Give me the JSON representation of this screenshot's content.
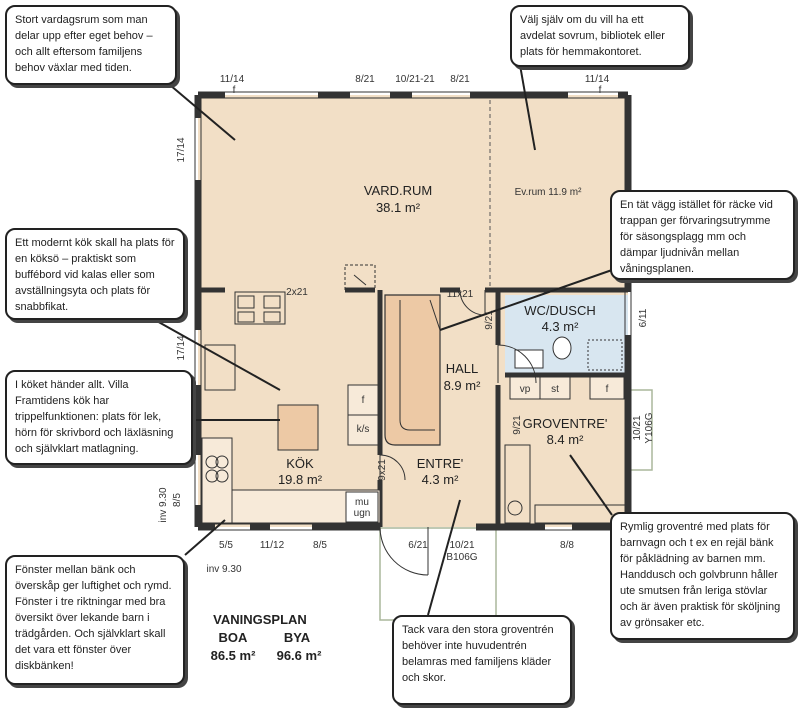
{
  "rooms": {
    "vardrum": {
      "name": "VARD.RUM",
      "area": "38.1 m²"
    },
    "evrum": {
      "label": "Ev.rum 11.9 m²"
    },
    "wc": {
      "name": "WC/DUSCH",
      "area": "4.3 m²"
    },
    "hall": {
      "name": "HALL",
      "area": "8.9 m²"
    },
    "groventre": {
      "name": "GROVENTRE'",
      "area": "8.4 m²"
    },
    "kok": {
      "name": "KÖK",
      "area": "19.8 m²"
    },
    "entre": {
      "name": "ENTRE'",
      "area": "4.3 m²"
    }
  },
  "fixtures": {
    "f1": "f",
    "ks": "k/s",
    "mu": "mu",
    "ugn": "ugn",
    "vp": "vp",
    "st": "st",
    "f2": "f"
  },
  "dimensions": {
    "d_11_14_top": "11/14",
    "d_8_21_a": "8/21",
    "d_10_21_21": "10/21-21",
    "d_8_21_b": "8/21",
    "d_11_14_top_r": "11/14",
    "d_17_14_a": "17/14",
    "d_17_14_b": "17/14",
    "d_2x21": "2x21",
    "d_11x21": "11x21",
    "d_9_21_a": "9/21",
    "d_6_11": "6/11",
    "d_9_21_b": "9/21",
    "d_10_21_r": "10/21",
    "d_y106g_r": "Y106G",
    "d_9x21": "9x21",
    "d_inv930_l": "inv 9.30",
    "d_8_5_l": "8/5",
    "d_5_5": "5/5",
    "d_11_12": "11/12",
    "d_8_5_b": "8/5",
    "d_inv930_b": "inv 9.30",
    "d_6_21": "6/21",
    "d_10_21_b": "10/21",
    "d_b106g": "B106G",
    "d_8_8": "8/8"
  },
  "markers": {
    "f": "f"
  },
  "plan_title": {
    "name": "VANINGSPLAN",
    "boa_label": "BOA",
    "bya_label": "BYA",
    "boa_value": "86.5 m²",
    "bya_value": "96.6 m²"
  },
  "callouts": {
    "vardrum": "Stort vardagsrum som man delar upp efter eget behov – och allt eftersom familjens behov växlar med tiden.",
    "sovrum": "Välj själv om du vill ha ett avdelat sovrum, bibliotek eller plats för hemmakontoret.",
    "vagg": "En tät vägg istället för räcke vid trappan ger förvaringsutrymme för säsongsplagg mm och dämpar ljudnivån mellan våningsplanen.",
    "koksö": "Ett modernt kök skall ha plats för en köksö – praktiskt som buffébord vid kalas eller som avställningsyta och plats för snabbfikat.",
    "trippel": "I köket händer allt. Villa Framtidens kök har trippelfunktionen: plats för lek, hörn för skrivbord och läxläsning och självklart matlagning.",
    "fonster": "Fönster mellan bänk och överskåp ger luftighet och rymd. Fönster i tre riktningar med bra översikt över lekande barn i trädgården. Och självklart skall det vara ett fönster över diskbänken!",
    "groventre_info": "Rymlig groventré med plats för barnvagn och t ex en rejäl bänk för påklädning av barnen mm. Handdusch och golvbrunn håller ute smutsen från leriga stövlar och är även praktisk för sköljning av grönsaker etc.",
    "groventren": "Tack vara den stora groventrén behöver inte huvudentrén belamras med familjens kläder och skor."
  },
  "colors": {
    "floor": "#f2dfc6",
    "wc": "#d8e6f0",
    "stairs": "#edc9a5",
    "wall": "#333333",
    "outline": "#222222"
  }
}
